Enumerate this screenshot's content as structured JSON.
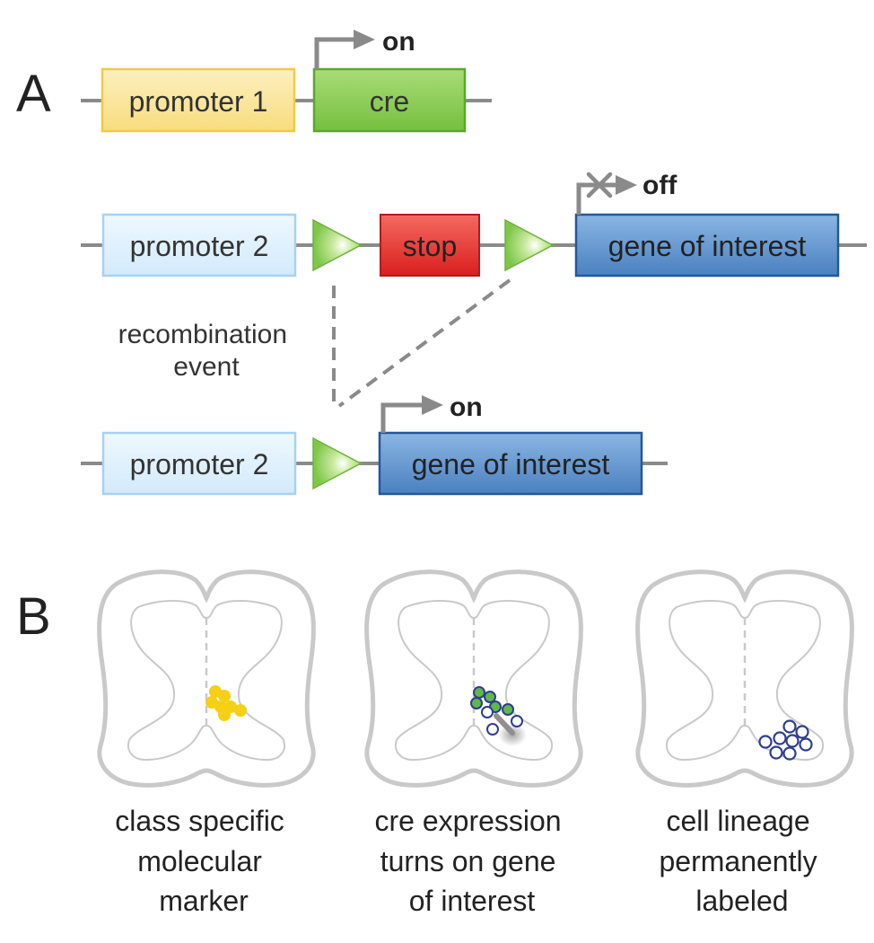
{
  "panel_a": {
    "label": "A",
    "construct_1": {
      "promoter": "promoter 1",
      "gene": "cre",
      "status": "on",
      "colors": {
        "promoter_fill": "#fbe7a1",
        "promoter_stroke": "#f3c94a",
        "gene_fill": "#8fcf55",
        "gene_stroke": "#5eaa2c"
      }
    },
    "construct_2": {
      "promoter": "promoter 2",
      "stop": "stop",
      "gene": "gene of interest",
      "status": "off",
      "colors": {
        "promoter_fill": "#dff0fc",
        "promoter_stroke": "#a6d2f2",
        "stop_fill": "#e8302f",
        "gene_fill": "#5a8fc8",
        "gene_stroke": "#23579a",
        "loxp_fill": "#8fcf55"
      }
    },
    "recombination_label_line1": "recombination",
    "recombination_label_line2": "event",
    "construct_3": {
      "promoter": "promoter 2",
      "gene": "gene of interest",
      "status": "on"
    }
  },
  "panel_b": {
    "label": "B",
    "sections": [
      {
        "caption_lines": [
          "class specific",
          "molecular",
          "marker"
        ],
        "cell_color": "#f6cf17"
      },
      {
        "caption_lines": [
          "cre expression",
          "turns on gene",
          "of interest"
        ],
        "cell_color_filled": "#5fb84a",
        "cell_outline_color": "#2e3d8f"
      },
      {
        "caption_lines": [
          "cell lineage",
          "permanently",
          "labeled"
        ],
        "cell_outline_color": "#2e3d8f"
      }
    ]
  }
}
